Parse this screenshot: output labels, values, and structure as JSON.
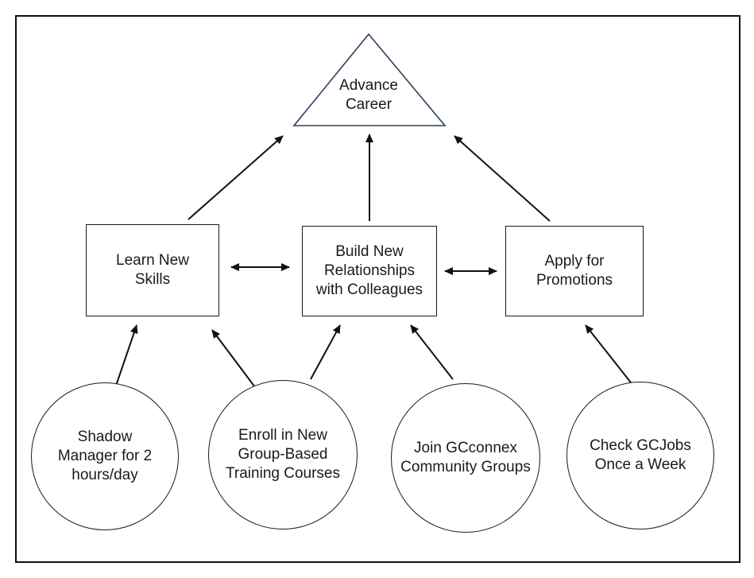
{
  "diagram": {
    "colors": {
      "background": "#ffffff",
      "frame_border": "#111111",
      "shape_border": "#1a1a1a",
      "triangle_border": "#2e3d5c",
      "arrow": "#111111",
      "text": "#1a1a1a"
    },
    "goal": {
      "label": "Advance\nCareer",
      "shape": "triangle"
    },
    "strategies": [
      {
        "label": "Learn New\nSkills",
        "shape": "rectangle"
      },
      {
        "label": "Build New\nRelationships\nwith Colleagues",
        "shape": "rectangle"
      },
      {
        "label": "Apply for\nPromotions",
        "shape": "rectangle"
      }
    ],
    "actions": [
      {
        "label": "Shadow\nManager for 2\nhours/day",
        "shape": "circle"
      },
      {
        "label": "Enroll in New\nGroup-Based\nTraining Courses",
        "shape": "circle"
      },
      {
        "label": "Join GCconnex\nCommunity Groups",
        "shape": "circle"
      },
      {
        "label": "Check GCJobs\nOnce a Week",
        "shape": "circle"
      }
    ],
    "edges": [
      {
        "from": "Learn New Skills",
        "to": "Advance Career",
        "type": "one-way"
      },
      {
        "from": "Build New Relationships with Colleagues",
        "to": "Advance Career",
        "type": "one-way"
      },
      {
        "from": "Apply for Promotions",
        "to": "Advance Career",
        "type": "one-way"
      },
      {
        "from": "Learn New Skills",
        "to": "Build New Relationships with Colleagues",
        "type": "two-way"
      },
      {
        "from": "Build New Relationships with Colleagues",
        "to": "Apply for Promotions",
        "type": "two-way"
      },
      {
        "from": "Shadow Manager for 2 hours/day",
        "to": "Learn New Skills",
        "type": "one-way"
      },
      {
        "from": "Enroll in New Group-Based Training Courses",
        "to": "Learn New Skills",
        "type": "one-way"
      },
      {
        "from": "Enroll in New Group-Based Training Courses",
        "to": "Build New Relationships with Colleagues",
        "type": "one-way"
      },
      {
        "from": "Join GCconnex Community Groups",
        "to": "Build New Relationships with Colleagues",
        "type": "one-way"
      },
      {
        "from": "Check GCJobs Once a Week",
        "to": "Apply for Promotions",
        "type": "one-way"
      }
    ]
  }
}
